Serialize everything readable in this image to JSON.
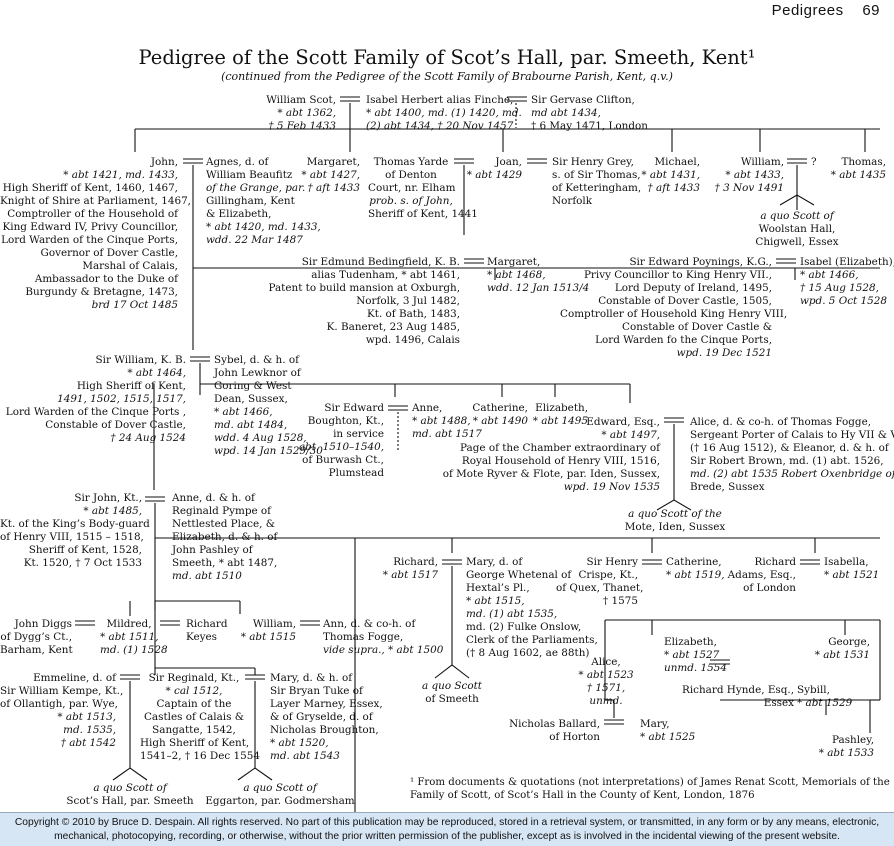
{
  "header": {
    "running_title": "Pedigrees",
    "page_number": "69"
  },
  "title": "Pedigree of the Scott Family of Scot’s Hall, par. Smeeth, Kent¹",
  "subtitle": "(continued from the Pedigree of the Scott Family of Brabourne Parish, Kent, q.v.)",
  "people": {
    "william_scot": [
      "William Scot,",
      "* abt 1362,",
      "† 5 Feb 1433"
    ],
    "isabel_herbert": [
      "Isabel Herbert alias Finche,",
      "* abt 1400, md. (1) 1420, md.",
      "(2) abt 1434, † 20 Nov 1457"
    ],
    "gervase_clifton": [
      "Sir Gervase Clifton,",
      "md abt 1434,",
      "†  6 May 1471, London"
    ],
    "john": [
      "John,",
      "* abt 1421, md. 1433,",
      "High Sheriff of Kent, 1460, 1467,",
      "Knight of Shire at Parliament, 1467,",
      "Comptroller of the Household of",
      "King Edward IV, Privy Councillor,",
      "Lord Warden of the Cinque Ports,",
      "Governor of Dover Castle,",
      "Marshal of Calais,",
      "Ambassador to the Duke of",
      "Burgundy & Bretagne, 1473,",
      "brd 17 Oct 1485"
    ],
    "agnes": [
      "Agnes, d. of",
      "William Beaufitz",
      "of the Grange, par.",
      "Gillingham, Kent",
      "& Elizabeth,",
      "* abt 1420, md. 1433,",
      "wdd. 22 Mar 1487"
    ],
    "margaret1": [
      "Margaret,",
      "* abt 1427,",
      "† aft 1433"
    ],
    "thomas_yarde": [
      "Thomas Yarde",
      "of Denton",
      "Court, nr. Elham",
      "prob. s. of John,",
      "Sheriff of Kent, 1441"
    ],
    "joan": [
      "Joan,",
      "* abt 1429"
    ],
    "henry_grey": [
      "Sir Henry Grey,",
      "s. of Sir Thomas,",
      "of Ketteringham,",
      "Norfolk"
    ],
    "michael": [
      "Michael,",
      "* abt 1431,",
      "† aft 1433"
    ],
    "william2": [
      "William,",
      "* abt 1433,",
      "† 3 Nov 1491"
    ],
    "unknown_spouse": [
      "?"
    ],
    "thomas2": [
      "Thomas,",
      "* abt 1435"
    ],
    "woolstan": [
      "a quo Scott of",
      "Woolstan Hall,",
      "Chigwell, Essex"
    ],
    "edmund_bedingfield": [
      "Sir Edmund Bedingfield, K. B.",
      "alias Tudenham, * abt 1461,",
      "Patent to build mansion at Oxburgh,",
      "Norfolk, 3 Jul 1482,",
      "Kt. of Bath, 1483,",
      "K. Baneret, 23 Aug 1485,",
      "wpd.  1496, Calais"
    ],
    "margaret2": [
      "Margaret,",
      "* abt 1468,",
      "wdd. 12 Jan 1513/4"
    ],
    "edward_poynings": [
      "Sir Edward Poynings, K.G.,",
      "Privy Councillor to King Henry VII.,",
      "Lord Deputy of Ireland, 1495,",
      "Constable of Dover Castle, 1505,",
      "Comptroller of Household King Henry VIII,",
      "Constable of Dover Castle &",
      "Lord Warden fo the Cinque Ports,",
      "wpd. 19 Dec 1521"
    ],
    "isabel2": [
      "Isabel (Elizabeth),",
      "* abt 1466,",
      "† 15 Aug 1528,",
      "wpd. 5 Oct 1528"
    ],
    "william_kb": [
      "Sir William, K. B.",
      "* abt 1464,",
      "High Sheriff of Kent,",
      "1491, 1502, 1515, 1517,",
      "Lord Warden of the Cinque Ports ,",
      "Constable of Dover  Castle,",
      "† 24 Aug 1524"
    ],
    "sybel": [
      "Sybel, d. & h. of",
      "John Lewknor of",
      "Goring & West",
      "Dean, Sussex,",
      "* abt 1466,",
      "md. abt 1484,",
      "wdd. 4 Aug 1528,",
      "wpd. 14 Jan 1529/30"
    ],
    "edward_boughton": [
      "Sir Edward",
      "Boughton, Kt.,",
      "in service",
      "abt. 1510–1540,",
      "of Burwash Ct.,",
      "Plumstead"
    ],
    "anne1": [
      "Anne,",
      "* abt 1488,",
      "md. abt 1517"
    ],
    "catherine1": [
      "Catherine,",
      "* abt 1490"
    ],
    "elizabeth1": [
      "Elizabeth,",
      "* abt 1495"
    ],
    "edward_esq": [
      "Edward, Esq.,",
      "* abt 1497,",
      "Page of the Chamber extraordinary of",
      "Royal Household of Henry VIII, 1516,",
      "of  Mote Ryver & Flote, par. Iden, Sussex,",
      "wpd. 19 Nov 1535"
    ],
    "alice_fogge": [
      "Alice, d. & co-h. of Thomas Fogge,",
      "Sergeant Porter of Calais to Hy VII & VIII",
      "(† 16 Aug 1512), & Eleanor, d. & h. of",
      "Sir Robert Brown, md. (1) abt. 1526,",
      "md. (2) abt 1535 Robert Oxenbridge of",
      "Brede, Sussex"
    ],
    "mote": [
      "a quo Scott of the",
      "Mote, Iden, Sussex"
    ],
    "john_kt": [
      "Sir John, Kt.,",
      "* abt 1485,",
      "Kt. of the King’s Body-guard",
      "of Henry VIII, 1515 – 1518,",
      "Sheriff of Kent, 1528,",
      "Kt. 1520, † 7 Oct 1533"
    ],
    "anne_pympe": [
      "Anne, d. & h. of",
      "Reginald Pympe of",
      "Nettlested Place, &",
      "Elizabeth, d. & h. of",
      "John Pashley of",
      "Smeeth, * abt 1487,",
      "md. abt 1510"
    ],
    "richard1": [
      "Richard,",
      "* abt 1517"
    ],
    "mary_whetenal": [
      "Mary, d. of",
      "George Whetenal of",
      "Hextal’s Pl.,",
      "* abt 1515,",
      "md. (1) abt 1535,",
      "md. (2) Fulke Onslow,",
      "Clerk of the Parliaments,",
      "(† 8 Aug 1602, ae 88th)"
    ],
    "smeeth": [
      "a quo Scott",
      "of Smeeth"
    ],
    "henry_crispe": [
      "Sir Henry",
      "Crispe, Kt.,",
      "of Quex, Thanet,",
      "† 1575"
    ],
    "catherine2": [
      "Catherine,",
      "* abt 1519,"
    ],
    "richard_adams": [
      "Richard",
      "Adams, Esq.,",
      "of London"
    ],
    "isabella": [
      "Isabella,",
      "* abt 1521"
    ],
    "john_diggs": [
      "John Diggs",
      "of Dygg’s Ct.,",
      "Barham, Kent"
    ],
    "mildred": [
      "Mildred,",
      "* abt 1511,",
      "md. (1) 1528"
    ],
    "richard_keyes": [
      "Richard",
      "Keyes"
    ],
    "william3": [
      "William,",
      "* abt 1515"
    ],
    "ann_fogge": [
      "Ann, d. & co-h. of",
      "Thomas Fogge,",
      "vide supra., * abt 1500"
    ],
    "emmeline": [
      "Emmeline, d. of",
      "Sir William Kempe, Kt.,",
      "of Ollantigh, par. Wye,",
      "* abt 1513,",
      "md. 1535,",
      "† abt 1542"
    ],
    "reginald": [
      "Sir Reginald, Kt.,",
      "* cal 1512,",
      "Captain of the",
      "Castles of Calais &",
      "Sangatte, 1542,",
      "High Sheriff of Kent,",
      "1541–2, † 16 Dec 1554"
    ],
    "mary_tuke": [
      "Mary, d. & h. of",
      "Sir Bryan Tuke of",
      "Layer Marney, Essex,",
      "& of Gryselde, d. of",
      "Nicholas Broughton,",
      "* abt 1520,",
      "md. abt 1543"
    ],
    "scots_hall": [
      "a quo Scott of",
      "Scot’s Hall,  par. Smeeth"
    ],
    "eggarton": [
      "a quo Scott of",
      "Eggarton, par. Godmersham"
    ],
    "elizabeth2": [
      "Elizabeth,",
      "* abt 1527",
      "unmd. 1554"
    ],
    "george": [
      "George,",
      "* abt 1531"
    ],
    "alice2": [
      "Alice,",
      "* abt 1523",
      "† 1571,",
      "unmd."
    ],
    "richard_hynde": [
      "Richard Hynde, Esq.,",
      "Essex"
    ],
    "sybill": [
      "Sybill,",
      "* abt 1529"
    ],
    "nicholas_ballard": [
      "Nicholas Ballard,",
      "of Horton"
    ],
    "mary3": [
      "Mary,",
      "* abt 1525"
    ],
    "pashley": [
      "Pashley,",
      "* abt 1533"
    ]
  },
  "footnote": "¹ From documents & quotations (not interpretations) of James Renat Scott, Memorials of the Family of Scott, of Scot’s Hall in the County of Kent, London, 1876",
  "copyright": "Copyright © 2010 by Bruce D. Despain.  All rights reserved.  No part of this publication may be reproduced, stored in a retrieval system, or transmitted, in any form or by any means, electronic, mechanical, photocopying, recording, or otherwise, without the prior written permission of the publisher, except as is involved in the incidental viewing of the present website."
}
